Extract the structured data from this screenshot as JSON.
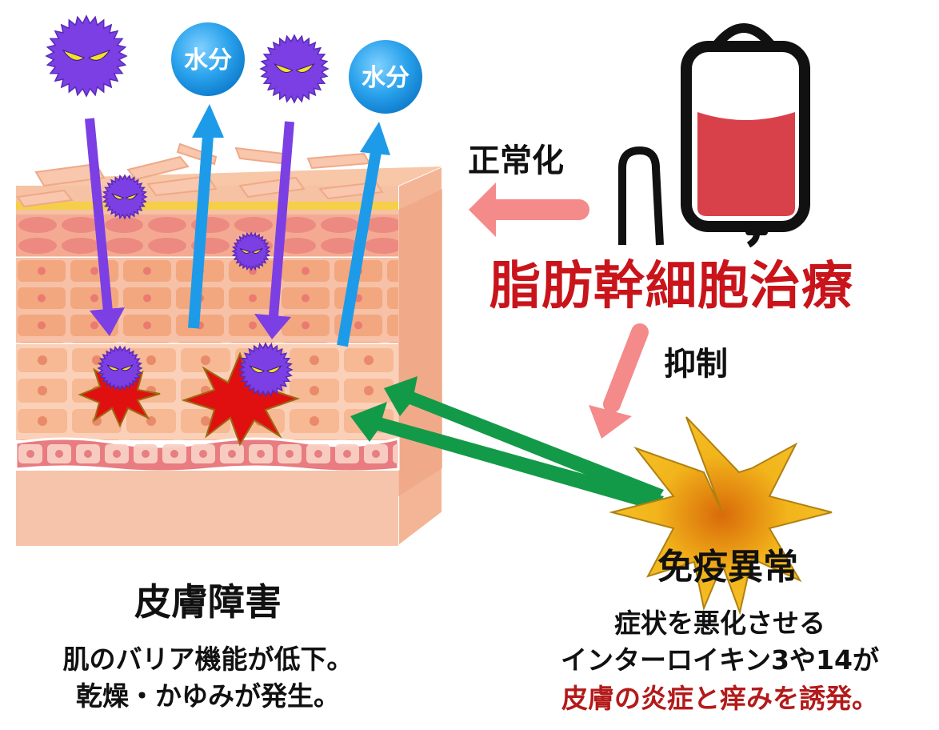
{
  "left_panel": {
    "title": "皮膚障害",
    "description_lines": [
      "肌のバリア機能が低下。",
      "乾燥・かゆみが発生。"
    ],
    "moisture_bubbles": [
      {
        "label": "水分"
      },
      {
        "label": "水分"
      }
    ]
  },
  "center": {
    "normalize_label": "正常化",
    "suppress_label": "抑制"
  },
  "treatment": {
    "title": "脂肪幹細胞治療",
    "icon": "iv-bag-icon"
  },
  "immune_panel": {
    "title": "免疫異常",
    "description_lines": [
      "症状を悪化させる",
      "インターロイキン3や14が",
      "皮膚の炎症と痒みを誘発。"
    ]
  },
  "colors": {
    "allergen_purple": "#7b3fe4",
    "moisture_blue": "#1e9be8",
    "arrow_pink": "#f48a8a",
    "arrow_green": "#139a48",
    "treatment_red": "#c8141a",
    "burst_yellow": "#f2b51b",
    "inflammation_red": "#e01010",
    "skin_base": "#f6c4aa"
  }
}
